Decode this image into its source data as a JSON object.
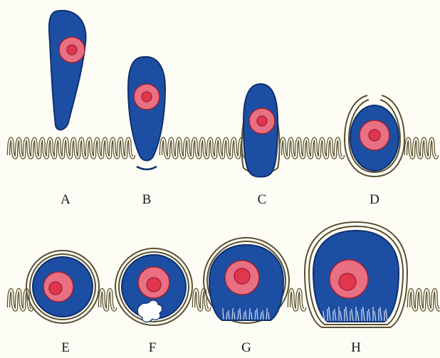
{
  "colors": {
    "background": "#fdfdf6",
    "cell_body": "#1c4fa3",
    "cell_outline": "#0f2f6e",
    "nucleus": "#e96f83",
    "nucleus_outline": "#9a1e32",
    "nucleolus": "#e0374e",
    "epithelium_stroke": "#5a5030",
    "epithelium_fill": "#fbf9ea",
    "cyst_wall": "#c9bd8a"
  },
  "labels": [
    "A",
    "B",
    "C",
    "D",
    "E",
    "F",
    "G",
    "H"
  ]
}
